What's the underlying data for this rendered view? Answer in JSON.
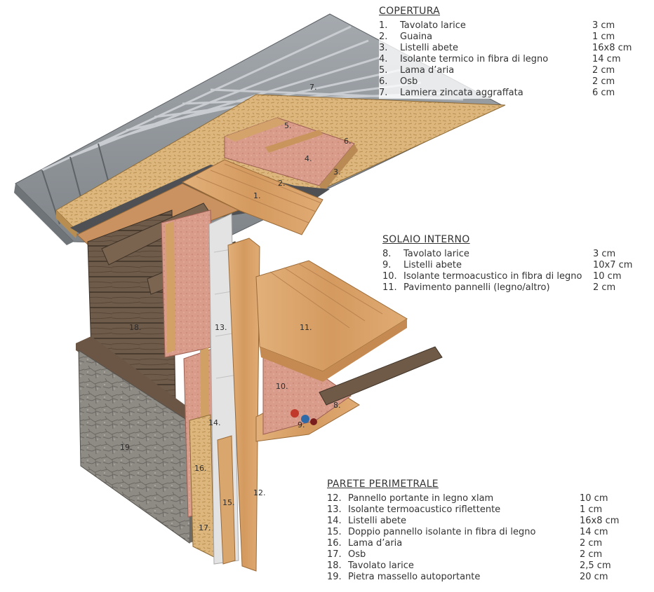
{
  "legends": {
    "copertura": {
      "title": "COPERTURA",
      "rows": [
        {
          "num": "1.",
          "label": "Tavolato larice",
          "value": "3 cm"
        },
        {
          "num": "2.",
          "label": "Guaina",
          "value": "1 cm"
        },
        {
          "num": "3.",
          "label": "Listelli abete",
          "value": "16x8 cm"
        },
        {
          "num": "4.",
          "label": "Isolante termico in fibra di legno",
          "value": "14 cm"
        },
        {
          "num": "5.",
          "label": "Lama d’aria",
          "value": "2 cm"
        },
        {
          "num": "6.",
          "label": "Osb",
          "value": "2 cm"
        },
        {
          "num": "7.",
          "label": "Lamiera zincata aggraffata",
          "value": "6 cm"
        }
      ]
    },
    "solaio": {
      "title": "SOLAIO INTERNO",
      "rows": [
        {
          "num": "8.",
          "label": "Tavolato larice",
          "value": "3 cm"
        },
        {
          "num": "9.",
          "label": "Listelli abete",
          "value": "10x7 cm"
        },
        {
          "num": "10.",
          "label": "Isolante termoacustico in fibra di legno",
          "value": "10 cm"
        },
        {
          "num": "11.",
          "label": "Pavimento pannelli (legno/altro)",
          "value": "2 cm"
        }
      ]
    },
    "parete": {
      "title": "PARETE PERIMETRALE",
      "rows": [
        {
          "num": "12.",
          "label": "Pannello portante in legno xlam",
          "value": "10 cm"
        },
        {
          "num": "13.",
          "label": "Isolante termoacustico riflettente",
          "value": "1 cm"
        },
        {
          "num": "14.",
          "label": "Listelli abete",
          "value": "16x8 cm"
        },
        {
          "num": "15.",
          "label": "Doppio pannello isolante in fibra di legno",
          "value": "14 cm"
        },
        {
          "num": "16.",
          "label": "Lama d’aria",
          "value": "2 cm"
        },
        {
          "num": "17.",
          "label": "Osb",
          "value": "2 cm"
        },
        {
          "num": "18.",
          "label": "Tavolato larice",
          "value": "2,5 cm"
        },
        {
          "num": "19.",
          "label": "Pietra massello autoportante",
          "value": "20 cm"
        }
      ]
    }
  },
  "callouts": {
    "c1": "1.",
    "c2": "2.",
    "c3": "3.",
    "c4": "4.",
    "c5": "5.",
    "c6": "6.",
    "c7": "7.",
    "c8": "8.",
    "c9": "9.",
    "c10": "10.",
    "c11": "11.",
    "c12": "12.",
    "c13": "13.",
    "c14": "14.",
    "c15": "15.",
    "c16": "16.",
    "c17": "17.",
    "c18": "18.",
    "c19": "19."
  },
  "colors": {
    "metal": "#8f9499",
    "metal_dark": "#6d7277",
    "osb": "#d9b57a",
    "insulation": "#d99a8a",
    "larch": "#d8a46a",
    "old_wood": "#6e5a48",
    "stone": "#8a8782",
    "membrane": "#4d4f52",
    "reflective": "#e4e4e4"
  }
}
